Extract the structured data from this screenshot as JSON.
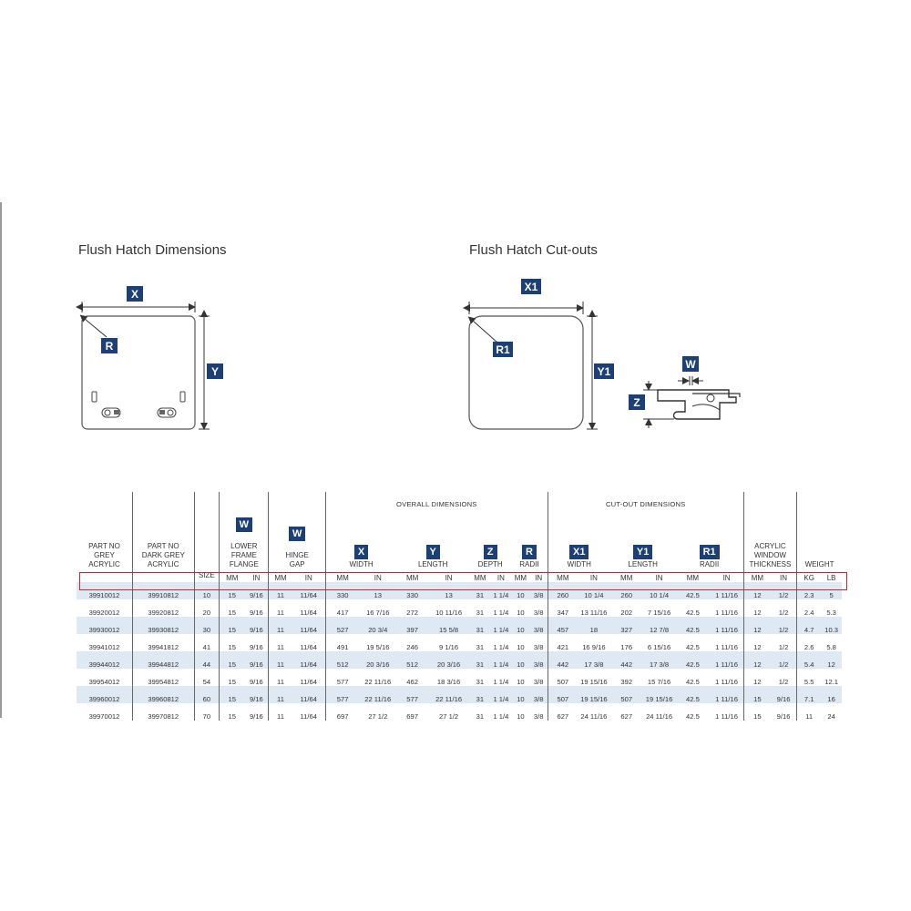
{
  "headings": {
    "left": "Flush Hatch Dimensions",
    "right": "Flush Hatch Cut-outs"
  },
  "diagram_labels": {
    "x": "X",
    "y": "Y",
    "r": "R",
    "x1": "X1",
    "y1": "Y1",
    "r1": "R1",
    "w": "W",
    "z": "Z"
  },
  "table": {
    "group_headers": {
      "overall": "OVERALL DIMENSIONS",
      "cutout": "CUT-OUT DIMENSIONS"
    },
    "col_labels": {
      "part_grey": "PART NO\nGREY\nACRYLIC",
      "part_dark": "PART NO\nDARK GREY\nACRYLIC",
      "size": "SIZE",
      "flange_box": "W",
      "flange": "LOWER\nFRAME\nFLANGE",
      "hinge_box": "W",
      "hinge": "HINGE\nGAP",
      "width_box": "X",
      "width": "WIDTH",
      "length_box": "Y",
      "length": "LENGTH",
      "depth_box": "Z",
      "depth": "DEPTH",
      "radii_box": "R",
      "radii": "RADII",
      "c_width_box": "X1",
      "c_width": "WIDTH",
      "c_length_box": "Y1",
      "c_length": "LENGTH",
      "c_radii_box": "R1",
      "c_radii": "RADII",
      "acrylic": "ACRYLIC\nWINDOW\nTHICKNESS",
      "weight": "WEIGHT"
    },
    "units": [
      "MM",
      "IN",
      "MM",
      "IN",
      "MM",
      "IN",
      "MM",
      "IN",
      "MM",
      "IN",
      "MM",
      "IN",
      "MM",
      "IN",
      "MM",
      "IN",
      "MM",
      "IN",
      "MM",
      "IN",
      "KG",
      "LB"
    ],
    "rows": [
      [
        "39910012",
        "39910812",
        "10",
        "15",
        "9/16",
        "11",
        "11/64",
        "330",
        "13",
        "330",
        "13",
        "31",
        "1 1/4",
        "10",
        "3/8",
        "260",
        "10 1/4",
        "260",
        "10 1/4",
        "42.5",
        "1 11/16",
        "12",
        "1/2",
        "2.3",
        "5"
      ],
      [
        "39920012",
        "39920812",
        "20",
        "15",
        "9/16",
        "11",
        "11/64",
        "417",
        "16 7/16",
        "272",
        "10 11/16",
        "31",
        "1 1/4",
        "10",
        "3/8",
        "347",
        "13 11/16",
        "202",
        "7 15/16",
        "42.5",
        "1 11/16",
        "12",
        "1/2",
        "2.4",
        "5.3"
      ],
      [
        "39930012",
        "39930812",
        "30",
        "15",
        "9/16",
        "11",
        "11/64",
        "527",
        "20 3/4",
        "397",
        "15 5/8",
        "31",
        "1 1/4",
        "10",
        "3/8",
        "457",
        "18",
        "327",
        "12 7/8",
        "42.5",
        "1 11/16",
        "12",
        "1/2",
        "4.7",
        "10.3"
      ],
      [
        "39941012",
        "39941812",
        "41",
        "15",
        "9/16",
        "11",
        "11/64",
        "491",
        "19 5/16",
        "246",
        "9 1/16",
        "31",
        "1 1/4",
        "10",
        "3/8",
        "421",
        "16 9/16",
        "176",
        "6 15/16",
        "42.5",
        "1 11/16",
        "12",
        "1/2",
        "2.6",
        "5.8"
      ],
      [
        "39944012",
        "39944812",
        "44",
        "15",
        "9/16",
        "11",
        "11/64",
        "512",
        "20 3/16",
        "512",
        "20 3/16",
        "31",
        "1 1/4",
        "10",
        "3/8",
        "442",
        "17 3/8",
        "442",
        "17 3/8",
        "42.5",
        "1 11/16",
        "12",
        "1/2",
        "5.4",
        "12"
      ],
      [
        "39954012",
        "39954812",
        "54",
        "15",
        "9/16",
        "11",
        "11/64",
        "577",
        "22 11/16",
        "462",
        "18 3/16",
        "31",
        "1 1/4",
        "10",
        "3/8",
        "507",
        "19 15/16",
        "392",
        "15 7/16",
        "42.5",
        "1 11/16",
        "12",
        "1/2",
        "5.5",
        "12.1"
      ],
      [
        "39960012",
        "39960812",
        "60",
        "15",
        "9/16",
        "11",
        "11/64",
        "577",
        "22 11/16",
        "577",
        "22 11/16",
        "31",
        "1 1/4",
        "10",
        "3/8",
        "507",
        "19 15/16",
        "507",
        "19 15/16",
        "42.5",
        "1 11/16",
        "15",
        "9/16",
        "7.1",
        "16"
      ],
      [
        "39970012",
        "39970812",
        "70",
        "15",
        "9/16",
        "11",
        "11/64",
        "697",
        "27 1/2",
        "697",
        "27 1/2",
        "31",
        "1 1/4",
        "10",
        "3/8",
        "627",
        "24 11/16",
        "627",
        "24 11/16",
        "42.5",
        "1 11/16",
        "15",
        "9/16",
        "11",
        "24"
      ]
    ]
  }
}
